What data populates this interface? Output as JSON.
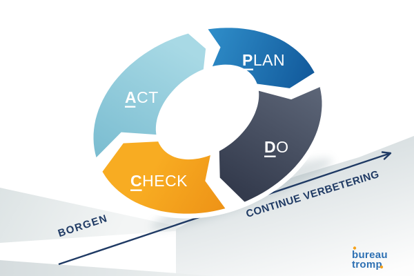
{
  "page": {
    "bg": "#ffffff"
  },
  "cycle": {
    "label_color": "#ffffff",
    "segments": [
      {
        "id": "plan",
        "first": "P",
        "rest": "LAN",
        "color_from": "#3191cc",
        "color_to": "#11589a",
        "start": 74,
        "end": 5
      },
      {
        "id": "do",
        "first": "D",
        "rest": "O",
        "color_from": "#5d6678",
        "color_to": "#343b4d",
        "start": 355,
        "end": 273
      },
      {
        "id": "check",
        "first": "C",
        "rest": "HECK",
        "color_from": "#f8ac22",
        "color_to": "#ec8e14",
        "start": 263,
        "end": 187
      },
      {
        "id": "act",
        "first": "A",
        "rest": "CT",
        "color_from": "#79bcd0",
        "color_to": "#a8d9e5",
        "start": 177,
        "end": 84
      }
    ],
    "geometry": {
      "rotation": -20.5,
      "outer": {
        "c": [
          301,
          175
        ],
        "r": [
          170,
          129
        ],
        "tilt": 0
      },
      "inner": {
        "c": [
          305,
          163
        ],
        "r": [
          84,
          57
        ],
        "tilt": -18
      },
      "mid": {
        "c": [
          302,
          166
        ],
        "r": [
          127,
          93
        ],
        "tilt": 0
      },
      "gap_bend_deg": 9
    }
  },
  "axis": {
    "label_left": "BORGEN",
    "label_right": "CONTINUE VERBETERING",
    "color": "#1f3a64"
  },
  "logo": {
    "line1": "bureau",
    "line2": "tromp",
    "color": "#2d70b3",
    "accent": "#f5a21d"
  },
  "background": {
    "wedge_from": "#dce3e4",
    "wedge_to": "#f3f5f5",
    "swoosh_from": "#d8dfe1",
    "swoosh_to": "#fdfdfd",
    "strip_from": "#d5dcde",
    "strip_to": "#eef1f1",
    "shadow": "#93a5ab"
  }
}
